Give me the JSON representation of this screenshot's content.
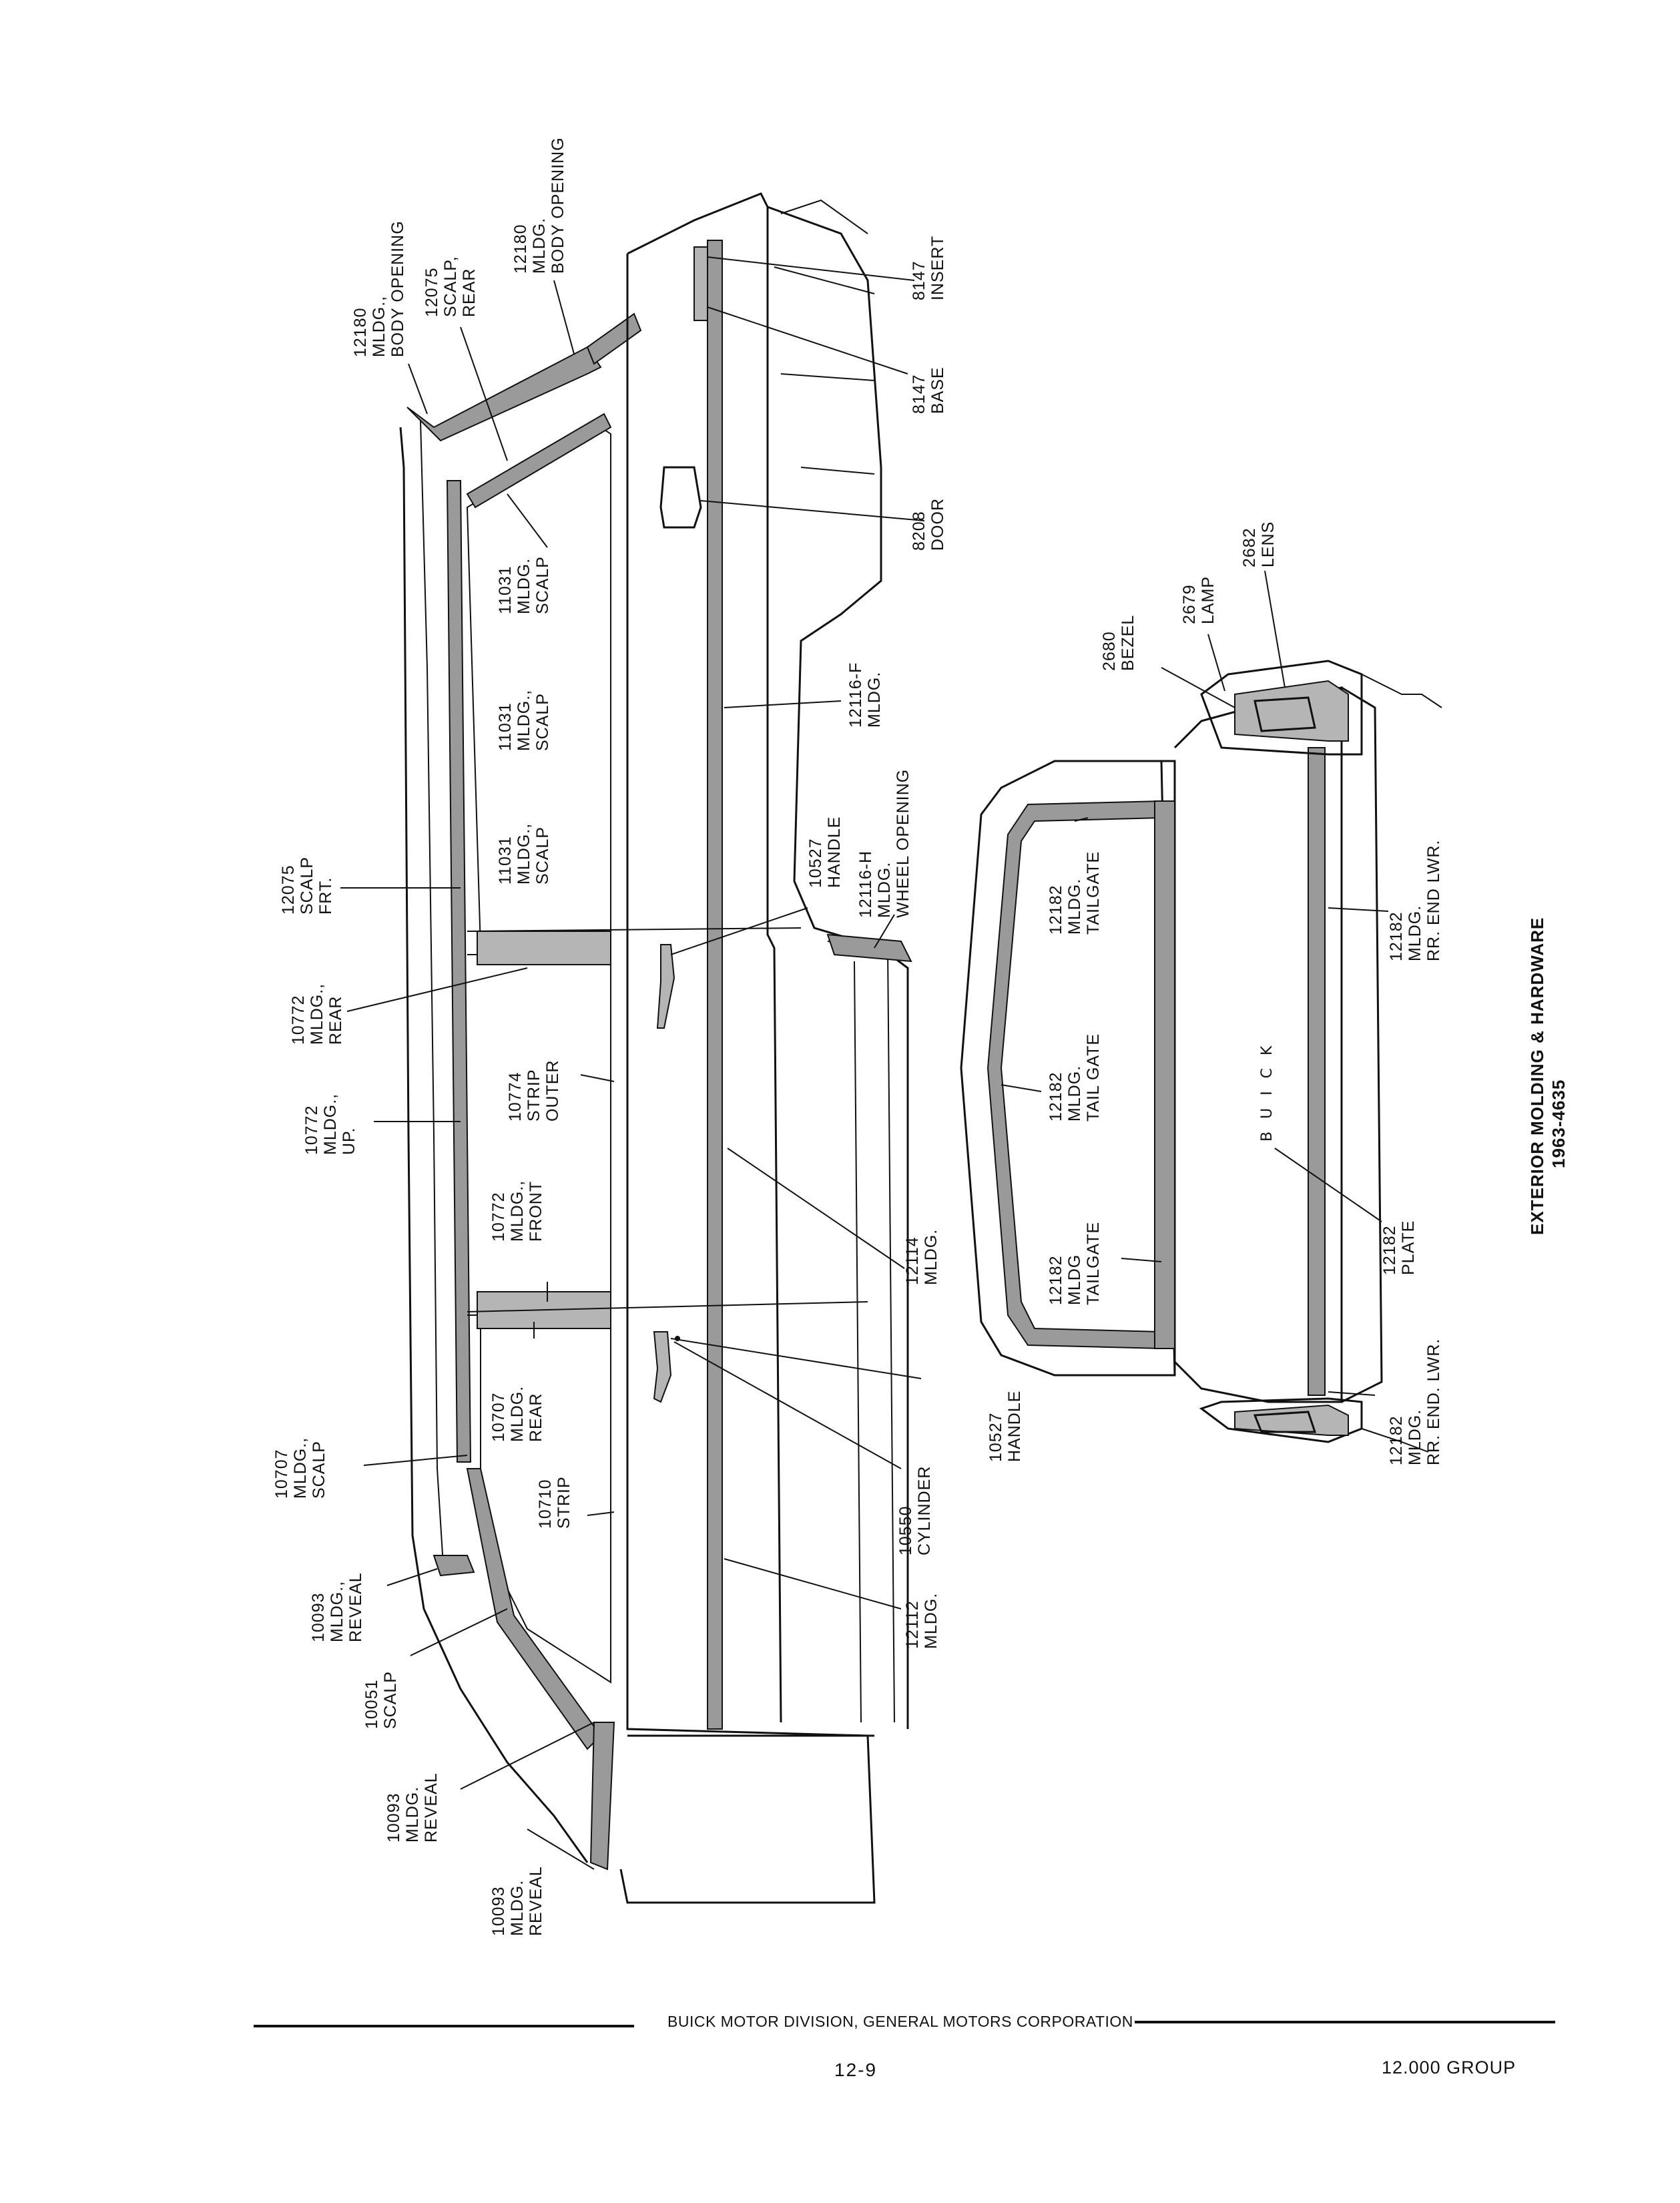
{
  "title": {
    "line1": "EXTERIOR MOLDING & HARDWARE",
    "line2": "1963-4635"
  },
  "side_view_callouts": [
    {
      "id": "c1",
      "lines": [
        "12180",
        "MLDG.,",
        "BODY OPENING"
      ]
    },
    {
      "id": "c2",
      "lines": [
        "12075",
        "SCALP,",
        "REAR"
      ]
    },
    {
      "id": "c3",
      "lines": [
        "12180",
        "MLDG.",
        "BODY OPENING"
      ]
    },
    {
      "id": "c4",
      "lines": [
        "8147",
        "INSERT"
      ]
    },
    {
      "id": "c5",
      "lines": [
        "8147",
        "BASE"
      ]
    },
    {
      "id": "c6",
      "lines": [
        "8208",
        "DOOR"
      ]
    },
    {
      "id": "c7",
      "lines": [
        "11031",
        "MLDG.",
        "SCALP"
      ]
    },
    {
      "id": "c8",
      "lines": [
        "11031",
        "MLDG.,",
        "SCALP"
      ]
    },
    {
      "id": "c9",
      "lines": [
        "12116-F",
        "MLDG."
      ]
    },
    {
      "id": "c10",
      "lines": [
        "11031",
        "MLDG.,",
        "SCALP"
      ]
    },
    {
      "id": "c11",
      "lines": [
        "10527",
        "HANDLE"
      ]
    },
    {
      "id": "c12",
      "lines": [
        "12116-H",
        "MLDG.",
        "WHEEL OPENING"
      ]
    },
    {
      "id": "c13",
      "lines": [
        "12075",
        "SCALP",
        "FRT."
      ]
    },
    {
      "id": "c14",
      "lines": [
        "10772",
        "MLDG.,",
        "REAR"
      ]
    },
    {
      "id": "c15",
      "lines": [
        "10774",
        "STRIP",
        "OUTER"
      ]
    },
    {
      "id": "c16",
      "lines": [
        "10772",
        "MLDG.,",
        "UP."
      ]
    },
    {
      "id": "c17",
      "lines": [
        "10772",
        "MLDG.,",
        "FRONT"
      ]
    },
    {
      "id": "c18",
      "lines": [
        "12114",
        "MLDG."
      ]
    },
    {
      "id": "c19",
      "lines": [
        "10707",
        "MLDG.,",
        "SCALP"
      ]
    },
    {
      "id": "c20",
      "lines": [
        "10707",
        "MLDG.",
        "REAR"
      ]
    },
    {
      "id": "c21",
      "lines": [
        "10527",
        "HANDLE"
      ]
    },
    {
      "id": "c22",
      "lines": [
        "10710",
        "STRIP"
      ]
    },
    {
      "id": "c23",
      "lines": [
        "10550",
        "CYLINDER"
      ]
    },
    {
      "id": "c24",
      "lines": [
        "10093",
        "MLDG.,",
        "REVEAL"
      ]
    },
    {
      "id": "c25",
      "lines": [
        "10051",
        "SCALP"
      ]
    },
    {
      "id": "c26",
      "lines": [
        "12112",
        "MLDG."
      ]
    },
    {
      "id": "c27",
      "lines": [
        "10093",
        "MLDG.",
        "REVEAL"
      ]
    },
    {
      "id": "c28",
      "lines": [
        "10093",
        "MLDG.",
        "REVEAL"
      ]
    }
  ],
  "rear_view_callouts": [
    {
      "id": "r1",
      "lines": [
        "2682",
        "LENS"
      ]
    },
    {
      "id": "r2",
      "lines": [
        "2679",
        "LAMP"
      ]
    },
    {
      "id": "r3",
      "lines": [
        "2680",
        "BEZEL"
      ]
    },
    {
      "id": "r4",
      "lines": [
        "12182",
        "MLDG.",
        "TAILGATE"
      ]
    },
    {
      "id": "r5",
      "lines": [
        "12182",
        "MLDG.",
        "RR. END LWR."
      ]
    },
    {
      "id": "r6",
      "lines": [
        "12182",
        "MLDG.",
        "TAIL GATE"
      ]
    },
    {
      "id": "r7",
      "lines": [
        "12182",
        "MLDG",
        "TAILGATE"
      ]
    },
    {
      "id": "r8",
      "lines": [
        "12182",
        "PLATE"
      ]
    },
    {
      "id": "r9",
      "lines": [
        "12182",
        "MLDG.",
        "RR. END. LWR."
      ]
    }
  ],
  "badge_text": "B U I C K",
  "footer": {
    "corporation": "BUICK MOTOR DIVISION, GENERAL MOTORS CORPORATION",
    "page": "12-9",
    "group": "12.000 GROUP"
  }
}
